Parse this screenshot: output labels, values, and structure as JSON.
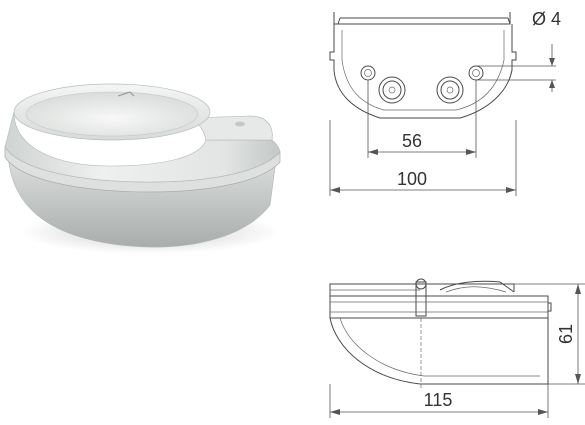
{
  "product_photo": {
    "description_icon": "feeder-bowl-photo"
  },
  "top_view": {
    "hole_diameter_label": "Ø 4",
    "hole_spacing_label": "56",
    "width_label": "100"
  },
  "side_view": {
    "length_label": "115",
    "height_label": "61"
  },
  "colors": {
    "line": "#4a4a4a",
    "body_light": "#e9ecea",
    "body_shadow": "#b9bdbb"
  }
}
